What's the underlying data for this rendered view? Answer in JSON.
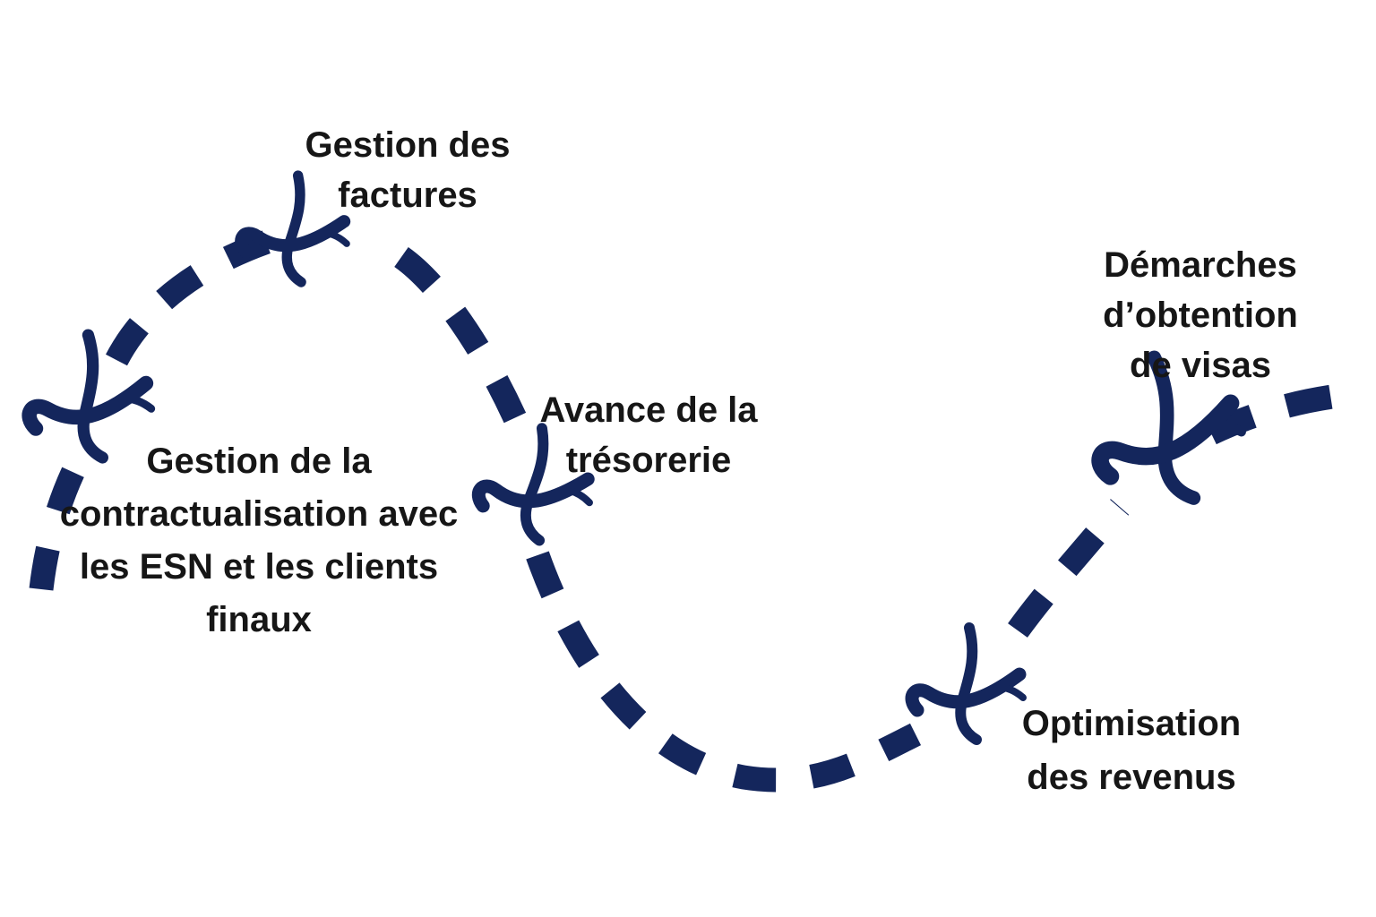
{
  "diagram": {
    "title": "Parcours de services (journey diagram)",
    "background_color": "#ffffff",
    "path_color": "#14265C",
    "x_mark_color": "#14265C",
    "text_color": "#161616",
    "milestones": [
      {
        "id": "contractualisation",
        "label": "Gestion de la contractualisation avec les ESN et les clients finaux",
        "lines": [
          "Gestion de la",
          "contractualisation avec",
          "les ESN et les clients",
          "finaux"
        ]
      },
      {
        "id": "factures",
        "label": "Gestion des factures",
        "lines": [
          "Gestion des",
          "factures"
        ]
      },
      {
        "id": "tresorerie",
        "label": "Avance de la trésorerie",
        "lines": [
          "Avance de la",
          "trésorerie"
        ]
      },
      {
        "id": "revenus",
        "label": "Optimisation des revenus",
        "lines": [
          "Optimisation",
          "des revenus"
        ]
      },
      {
        "id": "visas",
        "label": "Démarches d’obtention de visas",
        "lines": [
          "Démarches",
          "d’obtention",
          "de visas"
        ]
      }
    ]
  }
}
